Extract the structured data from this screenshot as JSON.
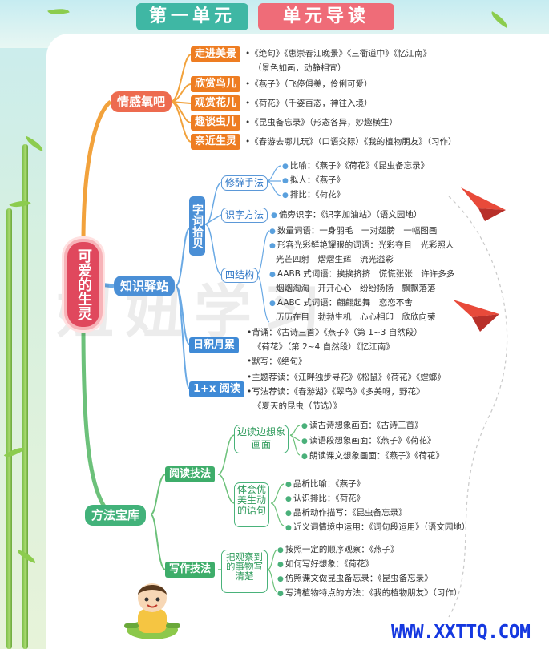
{
  "header": {
    "title_part1": "第一单元",
    "title_part2": "单元导读"
  },
  "root": {
    "label": "可爱的生灵"
  },
  "branch1": {
    "label": "情感氧吧",
    "items": [
      {
        "tag": "走进美景",
        "line1": "•《绝句》《惠崇春江晚景》《三衢道中》《忆江南》",
        "line2": "（景色如画，动静相宜）"
      },
      {
        "tag": "欣赏鸟儿",
        "line1": "•《燕子》（飞停俱美，伶俐可爱）"
      },
      {
        "tag": "观赏花儿",
        "line1": "•《荷花》（千姿百态，神往入境）"
      },
      {
        "tag": "趣谈虫儿",
        "line1": "•《昆虫备忘录》（形态各异，妙趣横生）"
      },
      {
        "tag": "亲近生灵",
        "line1": "•《春游去哪儿玩》（口语交际）《我的植物朋友》（习作）"
      }
    ]
  },
  "branch2": {
    "label": "知识驿站",
    "sub_vertical": "字词拾贝",
    "xiuci": {
      "label": "修辞手法",
      "items": [
        "比喻：《燕子》《荷花》《昆虫备忘录》",
        "拟人：《燕子》",
        "排比：《荷花》"
      ]
    },
    "shizi": {
      "label": "识字方法",
      "text": "偏旁识字：《识字加油站》（语文园地）"
    },
    "sijiegou": {
      "label": "四结构",
      "lines": [
        "数量词语：一身羽毛　一对翅膀　一幅图画",
        "形容光彩鲜艳耀眼的词语：光彩夺目　光彩照人",
        "光芒四射　熠熠生辉　流光溢彩",
        "AABB 式词语：挨挨挤挤　慌慌张张　许许多多",
        "烟烟淘淘　开开心心　纷纷扬扬　飘飘落落",
        "AABC 式词语：翩翩起舞　恋恋不舍",
        "历历在目　勃勃生机　心心相印　欣欣向荣"
      ]
    },
    "jilei": {
      "label": "日积月累",
      "lines": [
        "•背诵：《古诗三首》《燕子》（第 1~3 自然段）",
        "《荷花》（第 2~4 自然段）《忆江南》",
        "•默写：《绝句》"
      ]
    },
    "yuedu": {
      "label": "1+x 阅读",
      "lines": [
        "•主题荐读：《江畔独步寻花》《松鼠》《荷花》《螳螂》",
        "•写法荐读：《春游湖》《翠鸟》《多美呀，野花》",
        "《夏天的昆虫（节选）》"
      ]
    }
  },
  "branch3": {
    "label": "方法宝库",
    "yuedu": {
      "label": "阅读技法",
      "biandu": {
        "label": "边读边想象画面",
        "items": [
          "读古诗想象画面：《古诗三首》",
          "读语段想象画面：《燕子》《荷花》",
          "朗读课文想象画面：《燕子》《荷花》"
        ]
      },
      "tihui": {
        "label": "体会优美生动的语句",
        "items": [
          "品析比喻：《燕子》",
          "认识排比：《荷花》",
          "品析动作描写：《昆虫备忘录》",
          "近义词情境中运用：《词句段运用》（语文园地）"
        ]
      }
    },
    "xiezuo": {
      "label": "写作技法",
      "box": "把观察到的事物写清楚",
      "items": [
        "按照一定的顺序观察：《燕子》",
        "如何写好想象：《荷花》",
        "仿照课文做昆虫备忘录：《昆虫备忘录》",
        "写清植物特点的方法：《我的植物朋友》（习作）"
      ]
    }
  },
  "watermark": "妞妞学习",
  "footer": {
    "url": "WWW.XXTTQ.COM"
  },
  "colors": {
    "red": "#ed6b4f",
    "blue": "#4a8fd6",
    "green": "#42b27a",
    "title_teal": "#3fb7a4",
    "title_pink": "#ef6c78"
  },
  "icons": [
    "paper-plane-icon",
    "bamboo-icon",
    "cartoon-boy-icon"
  ]
}
